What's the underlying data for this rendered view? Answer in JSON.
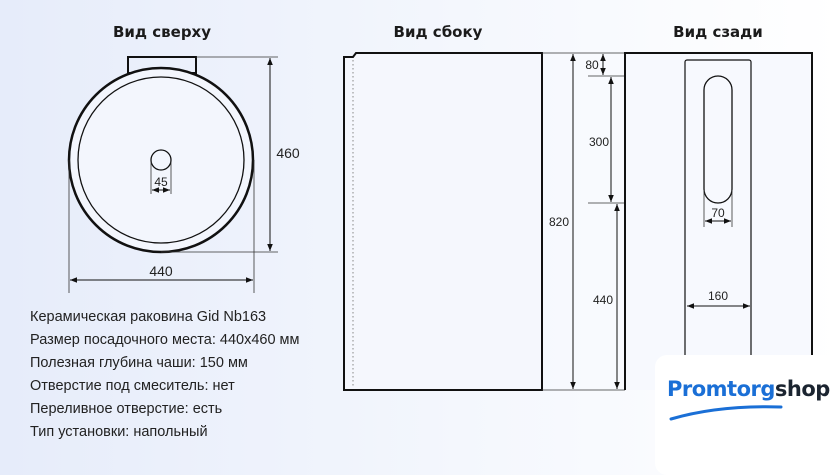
{
  "views": {
    "top": {
      "title": "Вид сверху",
      "width": "440",
      "depth": "460",
      "drain": "45"
    },
    "side": {
      "title": "Вид сбоку",
      "height": "820",
      "top_offset": "80",
      "slot_height": "300",
      "bottom_offset": "440"
    },
    "back": {
      "title": "Вид сзади",
      "slot_width": "70",
      "panel_width": "160"
    }
  },
  "specs": [
    "Керамическая раковина Gid Nb163",
    "Размер посадочного места: 440x460 мм",
    "Полезная глубина чаши: 150 мм",
    "Отверстие под смеситель: нет",
    "Переливное отверстие: есть",
    "Тип установки: напольный"
  ],
  "logo": {
    "part1": "Promtorg",
    "part2": "shop"
  },
  "colors": {
    "brand_blue": "#1a6fd6",
    "brand_dark": "#1b2430"
  }
}
